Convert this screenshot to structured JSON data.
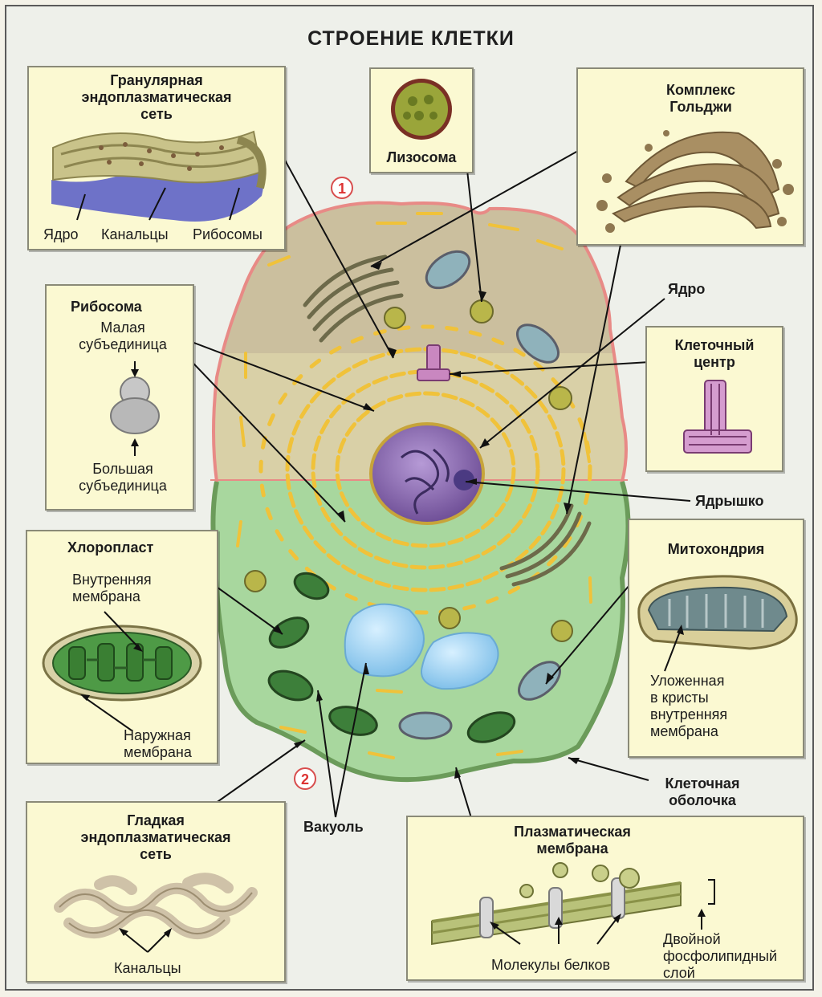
{
  "title": "СТРОЕНИЕ КЛЕТКИ",
  "badges": [
    "1",
    "2"
  ],
  "granular_er": {
    "title": [
      "Гранулярная",
      "эндоплазматическая",
      "сеть"
    ],
    "parts": [
      "Ядро",
      "Канальцы",
      "Рибосомы"
    ]
  },
  "lysosome": {
    "title": "Лизосома"
  },
  "golgi": {
    "title": [
      "Комплекс",
      "Гольджи"
    ]
  },
  "ribosome": {
    "title": "Рибосома",
    "small": [
      "Малая",
      "субъединица"
    ],
    "large": [
      "Большая",
      "субъединица"
    ]
  },
  "nucleus": {
    "label": "Ядро"
  },
  "centrosome": {
    "title": [
      "Клеточный",
      "центр"
    ]
  },
  "nucleolus": {
    "label": "Ядрышко"
  },
  "chloroplast": {
    "title": "Хлоропласт",
    "inner": [
      "Внутренняя",
      "мембрана"
    ],
    "outer": [
      "Наружная",
      "мембрана"
    ]
  },
  "mitochondria": {
    "title": "Митохондрия",
    "cristae": [
      "Уложенная",
      "в кристы",
      "внутренняя",
      "мембрана"
    ]
  },
  "cell_wall": {
    "label": [
      "Клеточная",
      "оболочка"
    ]
  },
  "vacuole": {
    "label": "Вакуоль"
  },
  "smooth_er": {
    "title": [
      "Гладкая",
      "эндоплазматическая",
      "сеть"
    ],
    "parts": [
      "Канальцы"
    ]
  },
  "plasma_membrane": {
    "title": [
      "Плазматическая",
      "мембрана"
    ],
    "proteins": "Молекулы белков",
    "bilayer": [
      "Двойной",
      "фосфолипидный",
      "слой"
    ]
  },
  "colors": {
    "animal_cytoplasm": "#cbbf9e",
    "plant_cytoplasm": "#a8d79e",
    "membrane": "#e88a86",
    "er": "#f0c23a",
    "nucleus": "#8d6bb5",
    "vacuole": "#9fd3f2",
    "chloroplast": "#3d7f3a",
    "panel": "#fbf9d2"
  }
}
